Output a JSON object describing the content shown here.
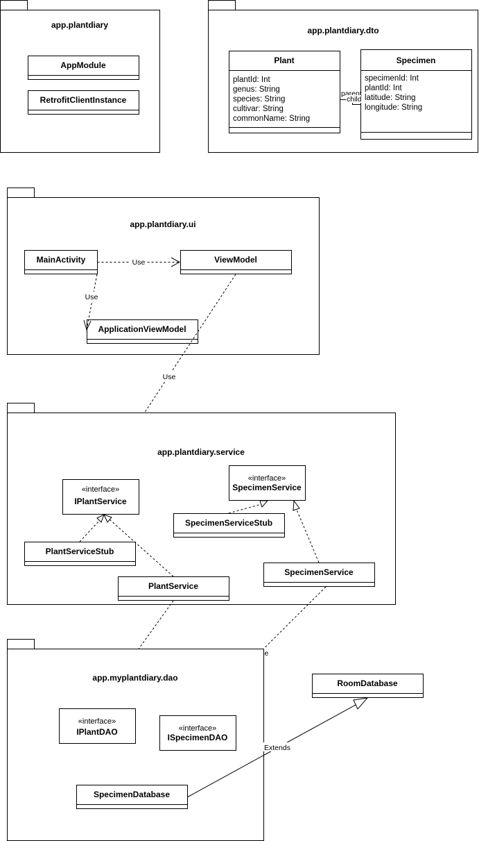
{
  "packages": {
    "app": "app.plantdiary",
    "dto": "app.plantdiary.dto",
    "ui": "app.plantdiary.ui",
    "service": "app.plantdiary.service",
    "dao": "app.myplantdiary.dao"
  },
  "classes": {
    "app_module": "AppModule",
    "retrofit_client_instance": "RetrofitClientInstance",
    "plant": {
      "name": "Plant",
      "attributes": [
        "plantId: Int",
        "genus: String",
        "species: String",
        "cultivar: String",
        "commonName: String"
      ]
    },
    "specimen": {
      "name": "Specimen",
      "attributes": [
        "specimenId: Int",
        "plantId: Int",
        "latitude: String",
        "longitude: String"
      ]
    },
    "main_activity": "MainActivity",
    "view_model": "ViewModel",
    "application_view_model": "ApplicationViewModel",
    "iplant_service": {
      "stereotype": "«interface»",
      "name": "IPlantService"
    },
    "specimen_service_interface": {
      "stereotype": "«interface»",
      "name": "SpecimenService"
    },
    "specimen_service_stub": "SpecimenServiceStub",
    "plant_service_stub": "PlantServiceStub",
    "plant_service": "PlantService",
    "specimen_service": "SpecimenService",
    "iplant_dao": {
      "stereotype": "«interface»",
      "name": "IPlantDAO"
    },
    "ispecimen_dao": {
      "stereotype": "«interface»",
      "name": "ISpecimenDAO"
    },
    "specimen_database": "SpecimenDatabase",
    "room_database": "RoomDatabase"
  },
  "edge_labels": {
    "use": "Use",
    "extends": "Extends",
    "parent": "parent",
    "child": "child"
  }
}
